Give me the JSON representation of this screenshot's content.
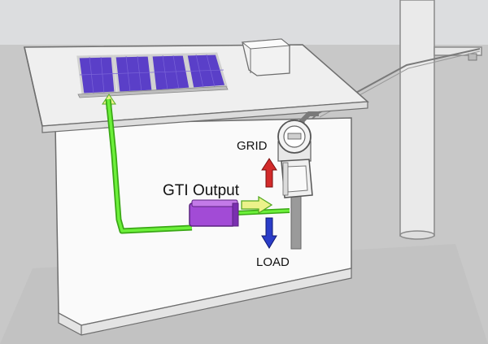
{
  "labels": {
    "grid": "GRID",
    "gti_output": "GTI Output",
    "load": "LOAD"
  },
  "colors": {
    "sky": "#d9dadb",
    "ground": "#c9c9c9",
    "wall": "#fafafa",
    "roof": "#eeeeee",
    "pipe": "#999999",
    "solar_line": "#4cd81f",
    "panel": "#5a3fc8",
    "inverter": "#a24bd6",
    "arrow_up": "#d22a2a",
    "arrow_down": "#2a3cc8",
    "arrow_out": "#ecf28a"
  },
  "icons": [
    "solar-panel-icon",
    "inverter-icon",
    "electric-meter-icon",
    "breaker-panel-icon",
    "utility-pole-icon"
  ]
}
